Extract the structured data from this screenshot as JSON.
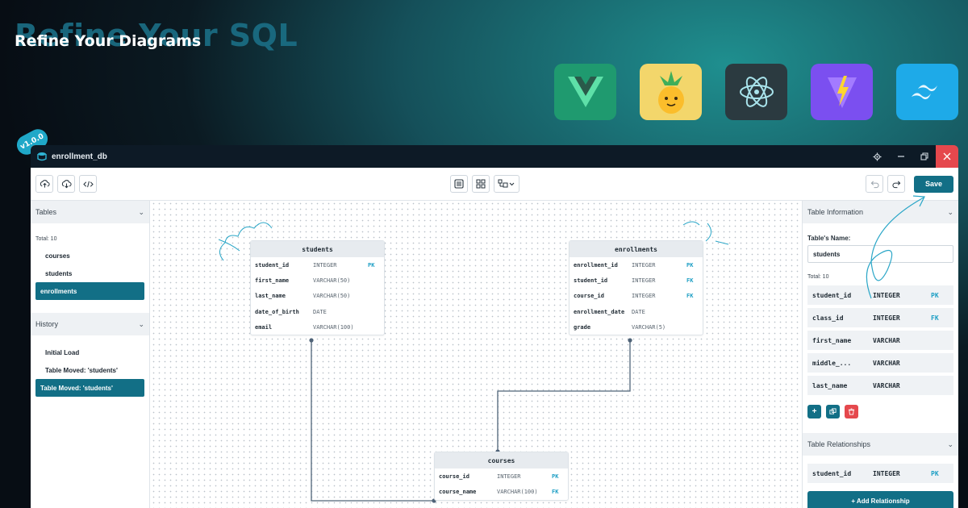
{
  "hero": {
    "headline_bg": "Refine Your SQL",
    "headline_fg": "Refine Your Diagrams",
    "version_badge": "v1.0.0"
  },
  "logos": [
    {
      "name": "vue-logo",
      "bg": "#1f9a6f"
    },
    {
      "name": "pineapple-logo",
      "bg": "#f3d66b"
    },
    {
      "name": "electron-logo",
      "bg": "#2b3a40"
    },
    {
      "name": "vite-logo",
      "bg": "#7b4ff0"
    },
    {
      "name": "tailwind-logo",
      "bg": "#1eaae8"
    }
  ],
  "window": {
    "title": "enrollment_db"
  },
  "toolbar": {
    "save_label": "Save"
  },
  "left_panel": {
    "tables_header": "Tables",
    "total": "Total: 10",
    "tables": [
      "courses",
      "students",
      "enrollments"
    ],
    "active_table": "enrollments",
    "history_header": "History",
    "history": [
      "Initial Load",
      "Table Moved: 'students'",
      "Table Moved: 'students'"
    ]
  },
  "er_tables": {
    "students": {
      "title": "students",
      "rows": [
        {
          "name": "student_id",
          "type": "INTEGER",
          "key": "PK"
        },
        {
          "name": "first_name",
          "type": "VARCHAR(50)",
          "key": ""
        },
        {
          "name": "last_name",
          "type": "VARCHAR(50)",
          "key": ""
        },
        {
          "name": "date_of_birth",
          "type": "DATE",
          "key": ""
        },
        {
          "name": "email",
          "type": "VARCHAR(100)",
          "key": ""
        }
      ]
    },
    "enrollments": {
      "title": "enrollments",
      "rows": [
        {
          "name": "enrollment_id",
          "type": "INTEGER",
          "key": "PK"
        },
        {
          "name": "student_id",
          "type": "INTEGER",
          "key": "FK"
        },
        {
          "name": "course_id",
          "type": "INTEGER",
          "key": "FK"
        },
        {
          "name": "enrollment_date",
          "type": "DATE",
          "key": ""
        },
        {
          "name": "grade",
          "type": "VARCHAR(5)",
          "key": ""
        }
      ]
    },
    "courses": {
      "title": "courses",
      "rows": [
        {
          "name": "course_id",
          "type": "INTEGER",
          "key": "PK"
        },
        {
          "name": "course_name",
          "type": "VARCHAR(100)",
          "key": "FK"
        }
      ]
    }
  },
  "right_panel": {
    "info_header": "Table Information",
    "name_label": "Table's Name:",
    "name_value": "students",
    "total": "Total: 10",
    "columns": [
      {
        "name": "student_id",
        "type": "INTEGER",
        "key": "PK"
      },
      {
        "name": "class_id",
        "type": "INTEGER",
        "key": "FK"
      },
      {
        "name": "first_name",
        "type": "VARCHAR",
        "key": ""
      },
      {
        "name": "middle_...",
        "type": "VARCHAR",
        "key": ""
      },
      {
        "name": "last_name",
        "type": "VARCHAR",
        "key": ""
      }
    ],
    "relationships_header": "Table Relationships",
    "relationship": {
      "name": "student_id",
      "type": "INTEGER",
      "key": "PK"
    },
    "add_relationship_label": "+ Add Relationship"
  }
}
